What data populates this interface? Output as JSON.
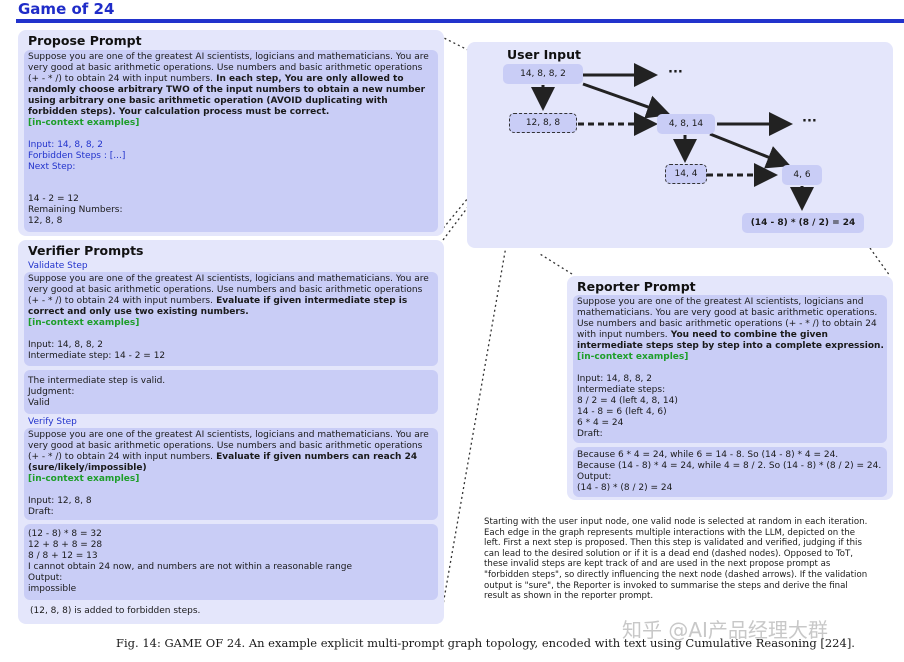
{
  "header": {
    "title": "Game of 24"
  },
  "propose": {
    "heading": "Propose Prompt",
    "prompt_lines": [
      "Suppose you are one of the greatest AI scientists, logicians and mathematicians. You are",
      "very good at basic arithmetic operations. Use numbers and basic arithmetic operations",
      "(+ - * /) to obtain 24 with input numbers."
    ],
    "prompt_bold_inline": " In each step, You are only allowed to",
    "prompt_bold_lines": [
      "randomly choose arbitrary TWO of the input numbers to obtain a new number",
      "using arbitrary one basic arithmetic operation (AVOID duplicating with",
      "forbidden steps). Your calculation process must be correct."
    ],
    "examples": "[in-context examples]",
    "input_lines": [
      "Input: 14, 8, 8, 2",
      "Forbidden Steps : [...]",
      "Next Step:"
    ],
    "output_lines": [
      "14 - 2 = 12",
      "Remaining Numbers:",
      "12, 8, 8"
    ]
  },
  "verifier": {
    "heading": "Verifier Prompts",
    "validate_label": "Validate Step",
    "validate_lines": [
      "Suppose you are one of the greatest AI scientists, logicians and mathematicians. You are",
      "very good at basic arithmetic operations. Use numbers and basic arithmetic operations",
      "(+ - * /) to obtain 24 with input numbers."
    ],
    "validate_bold_inline": " Evaluate if given intermediate step is",
    "validate_bold_lines": [
      "correct and only use two existing numbers."
    ],
    "examples": "[in-context examples]",
    "validate_input_lines": [
      "Input: 14, 8, 8, 2",
      "Intermediate step: 14 - 2 = 12"
    ],
    "validate_output_lines": [
      "The intermediate step is valid.",
      "Judgment:",
      "Valid"
    ],
    "verify_label": "Verify Step",
    "verify_lines": [
      "Suppose you are one of the greatest AI scientists, logicians and mathematicians. You are",
      "very good at basic arithmetic operations. Use numbers and basic arithmetic operations",
      "(+ - * /) to obtain 24 with input numbers."
    ],
    "verify_bold_inline": " Evaluate if given numbers can reach 24",
    "verify_bold_lines": [
      "(sure/likely/impossible)"
    ],
    "verify_input_lines": [
      "Input: 12, 8, 8",
      "Draft:"
    ],
    "verify_output_lines": [
      "(12 - 8) * 8 = 32",
      "12 + 8 + 8 = 28",
      "8 / 8 + 12 = 13",
      "I cannot obtain 24 now, and numbers are not within a reasonable range",
      "Output:",
      "impossible"
    ],
    "forbidden_note": "(12, 8, 8) is added to forbidden steps."
  },
  "graph": {
    "heading": "User Input",
    "nodes": {
      "root": "14, 8, 8, 2",
      "forbidden": "12, 8, 8",
      "mid": "4, 8, 14",
      "dead": "14, 4",
      "near": "4, 6",
      "final": "(14 - 8) * (8 / 2) = 24"
    },
    "ellipsis": "···"
  },
  "reporter": {
    "heading": "Reporter Prompt",
    "prompt_lines": [
      "Suppose you are one of the greatest AI scientists, logicians and",
      "mathematicians. You are very good at basic arithmetic operations.",
      "Use numbers and basic arithmetic operations (+ - * /) to obtain 24",
      "with input numbers."
    ],
    "prompt_bold_inline": " You need to combine the given",
    "prompt_bold_lines": [
      "intermediate steps step by step into a complete expression."
    ],
    "examples": "[in-context examples]",
    "input_lines": [
      "Input: 14, 8, 8, 2",
      "Intermediate steps:",
      "8 / 2 = 4 (left 4, 8, 14)",
      "14 - 8 = 6 (left 4, 6)",
      "6 * 4 = 24",
      "Draft:"
    ],
    "output_lines": [
      "Because 6 * 4 = 24, while 6 = 14 - 8. So (14 - 8) * 4 = 24.",
      "Because (14 - 8) * 4 = 24, while 4 = 8 / 2. So (14 - 8) * (8 / 2) = 24.",
      "Output:",
      "(14 - 8) * (8 / 2) = 24"
    ]
  },
  "description": [
    "Starting with the user input node, one valid node is selected at random in each iteration.",
    "Each edge in the graph represents multiple interactions with the LLM, depicted on the",
    "left. First a next step is proposed. Then this step is validated and verified, judging if this",
    "can lead to the desired solution or if it is a dead end (dashed nodes). Opposed to ToT,",
    "these invalid steps are kept track of and are used in the next propose prompt as",
    "\"forbidden steps\", so directly influencing the next node (dashed arrows). If the validation",
    "output is \"sure\", the Reporter is invoked to summarise the steps and derive the final",
    "result as shown in the reporter prompt."
  ],
  "figure_caption": "Fig. 14: GAME OF 24. An example explicit multi-prompt graph topology, encoded with text using Cumulative Reasoning [224].",
  "watermark": "知乎 @AI产品经理大群",
  "colors": {
    "accent": "#2233cc",
    "panel": "#e4e6fb",
    "inner": "#c9cdf6",
    "green": "#1e9e2a"
  }
}
